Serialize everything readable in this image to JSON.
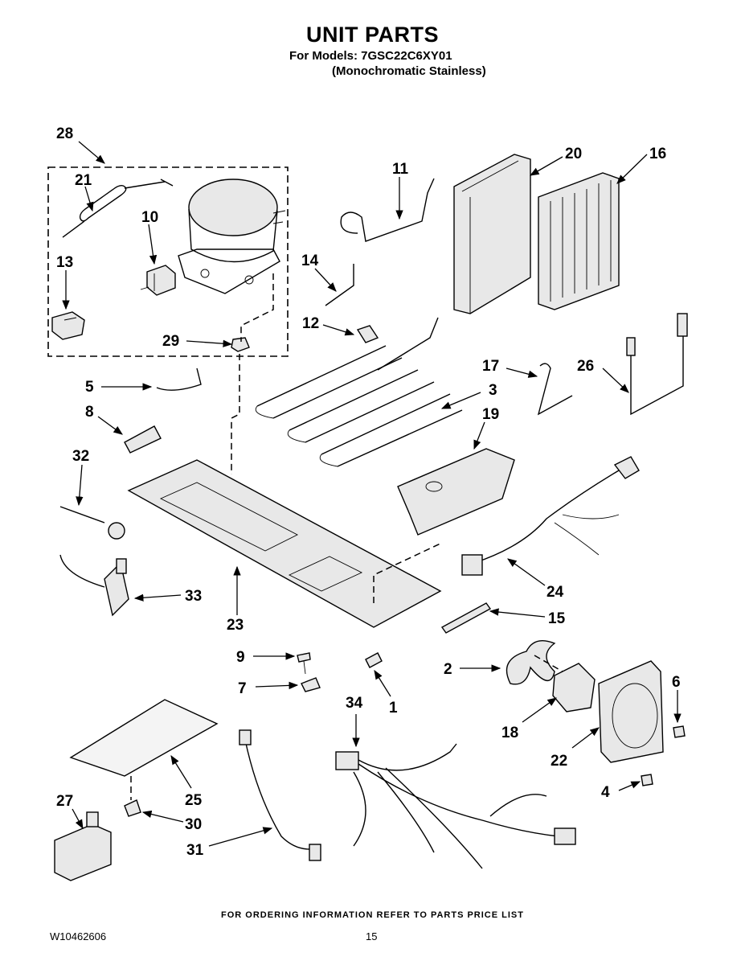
{
  "header": {
    "title": "UNIT PARTS",
    "models_line": "For Models: 7GSC22C6XY01",
    "variant_line": "(Monochromatic Stainless)"
  },
  "callouts": [
    "28",
    "21",
    "10",
    "13",
    "29",
    "11",
    "14",
    "12",
    "20",
    "16",
    "17",
    "26",
    "3",
    "19",
    "5",
    "8",
    "32",
    "33",
    "23",
    "24",
    "15",
    "9",
    "1",
    "7",
    "2",
    "18",
    "6",
    "34",
    "22",
    "4",
    "25",
    "27",
    "30",
    "31"
  ],
  "footer": {
    "ordering_note": "FOR ORDERING INFORMATION REFER TO PARTS PRICE LIST",
    "doc_number": "W10462606",
    "page_number": "15"
  }
}
